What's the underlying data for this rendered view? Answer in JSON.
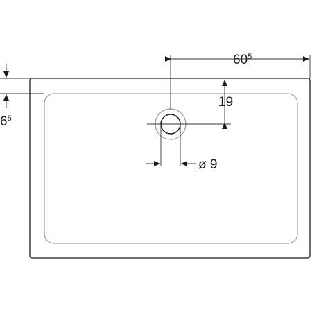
{
  "dimensions": {
    "right_width": {
      "main": "60",
      "sup": "5"
    },
    "left_rim": {
      "main": "6",
      "sup": "5"
    },
    "drain_offset": {
      "main": "19"
    },
    "drain_diameter": {
      "main": "ø 9"
    }
  },
  "colors": {
    "line": "#1a1a1a",
    "inner_outline": "#8c8c8c",
    "dim_line": "#333333"
  },
  "icons": [
    "arrow-head-icon"
  ]
}
